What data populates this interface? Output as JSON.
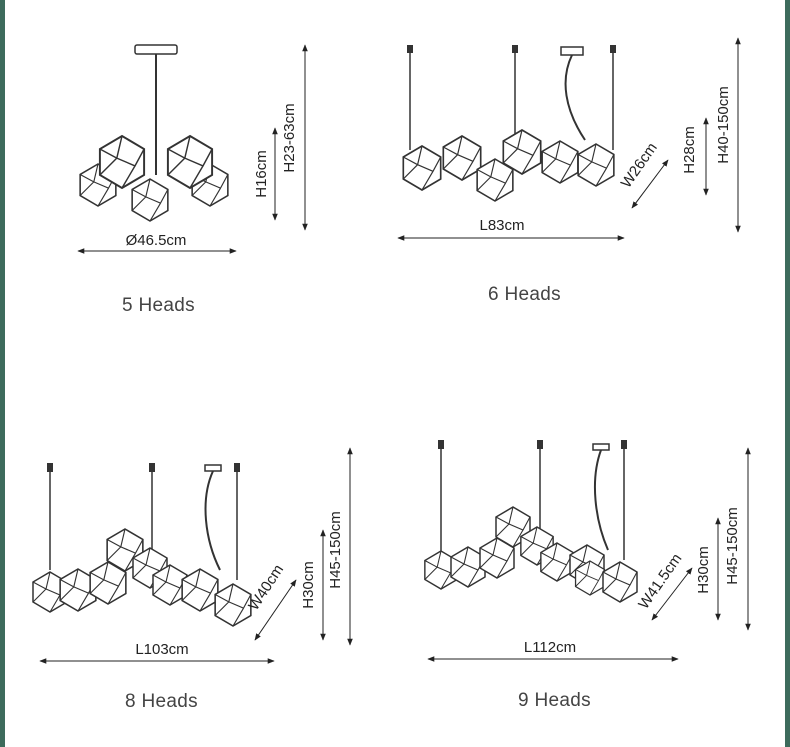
{
  "panels": [
    {
      "caption": "5 Heads",
      "dimensions": {
        "diameter": "Ø46.5cm",
        "body_height": "H16cm",
        "total_height": "H23-63cm"
      }
    },
    {
      "caption": "6 Heads",
      "dimensions": {
        "length": "L83cm",
        "width": "W26cm",
        "body_height": "H28cm",
        "total_height": "H40-150cm"
      }
    },
    {
      "caption": "8 Heads",
      "dimensions": {
        "length": "L103cm",
        "width": "W40cm",
        "body_height": "H30cm",
        "total_height": "H45-150cm"
      }
    },
    {
      "caption": "9 Heads",
      "dimensions": {
        "length": "L112cm",
        "width": "W41.5cm",
        "body_height": "H30cm",
        "total_height": "H45-150cm"
      }
    }
  ],
  "colors": {
    "frame": "#3d6b5c",
    "line": "#333333",
    "text": "#444444"
  }
}
